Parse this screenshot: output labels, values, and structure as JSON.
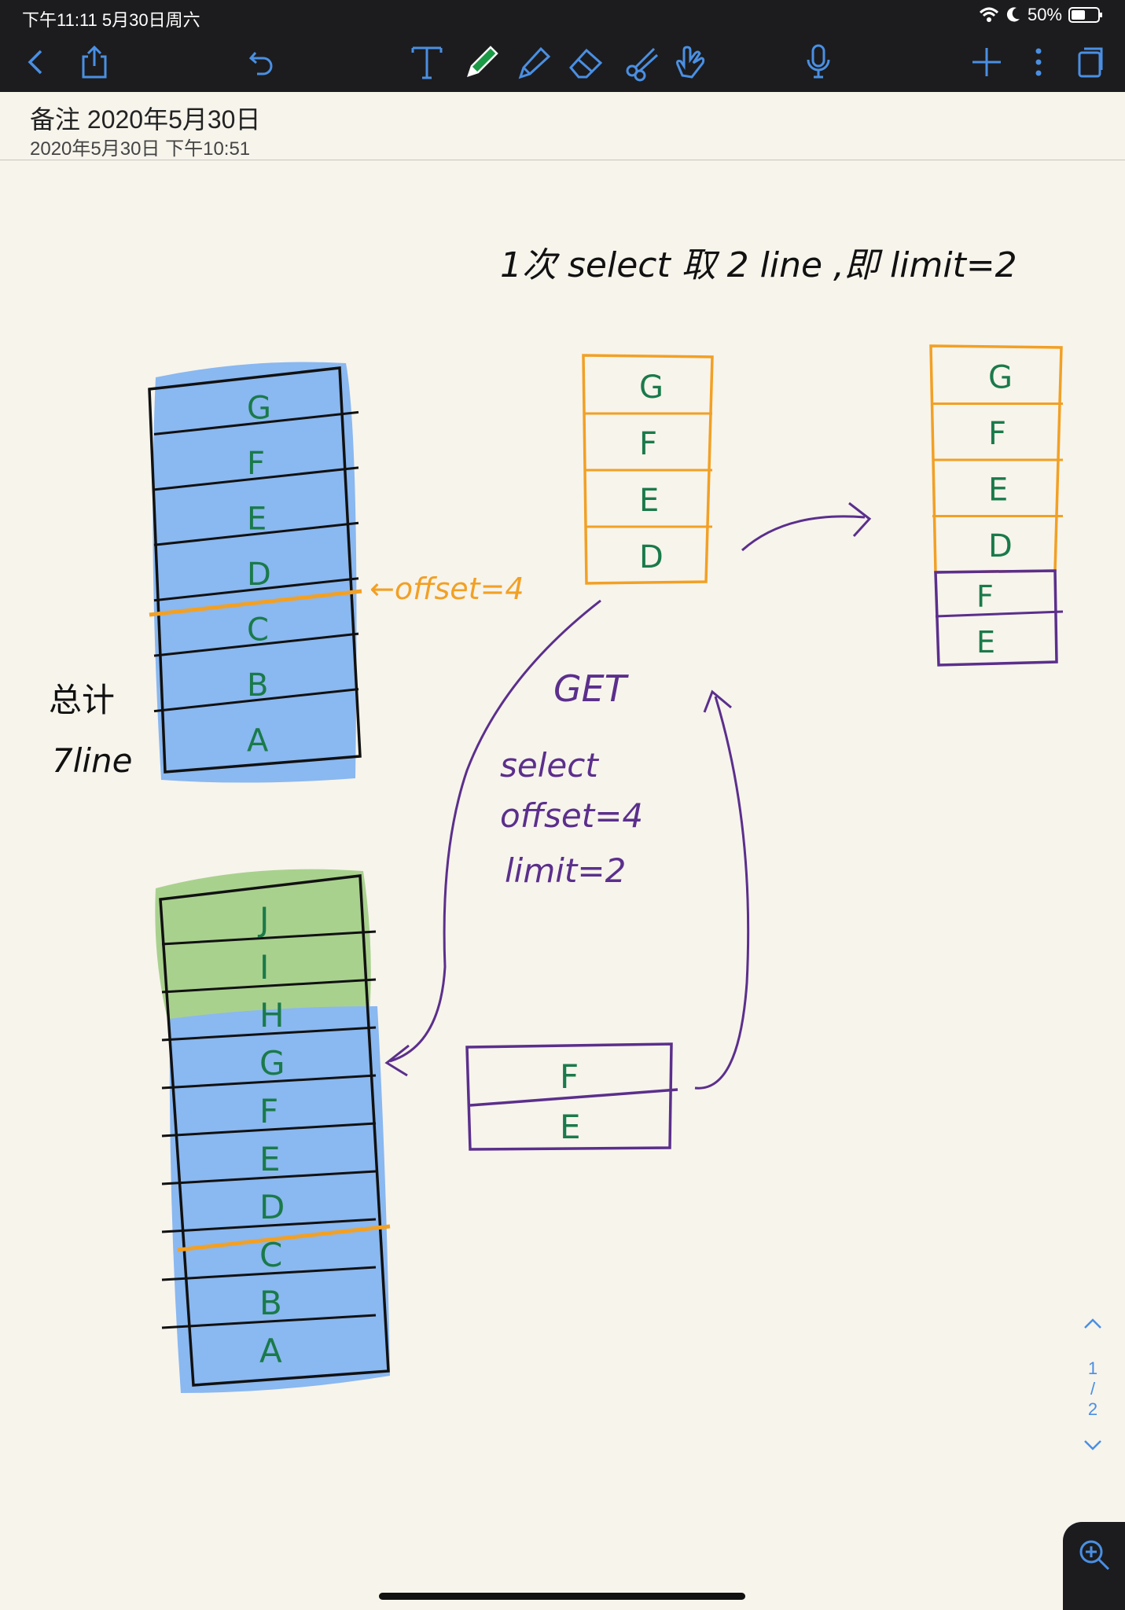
{
  "status": {
    "time": "下午11:11  5月30日周六",
    "battery": "50%"
  },
  "toolbar": {
    "icons": [
      "chevron-left-icon",
      "share-icon",
      "undo-icon",
      "text-tool-icon",
      "pen-tool-icon",
      "highlighter-icon",
      "eraser-icon",
      "lasso-icon",
      "hand-icon",
      "microphone-icon",
      "plus-icon",
      "more-icon",
      "pages-icon"
    ],
    "accent": "#4a8fe3"
  },
  "note": {
    "title": "备注 2020年5月30日",
    "subtitle": "2020年5月30日 下午10:51"
  },
  "sketch": {
    "heading": "1次 select 取 2 line ,即 limit=2",
    "offset_note": "←offset=4",
    "total_label_1": "总计",
    "total_label_2": "7line",
    "get_label": "GET",
    "query": {
      "line1": "select",
      "line2": "offset=4",
      "line3": "limit=2"
    },
    "left_column_rows": [
      "G",
      "F",
      "E",
      "D",
      "C",
      "B",
      "A"
    ],
    "bottom_column_rows": [
      "J",
      "I",
      "H",
      "G",
      "F",
      "E",
      "D",
      "C",
      "B",
      "A"
    ],
    "middle_column_rows": [
      "G",
      "F",
      "E",
      "D"
    ],
    "right_column_rows": [
      "G",
      "F",
      "E",
      "D",
      "F",
      "E"
    ],
    "result_rows": [
      "F",
      "E"
    ],
    "colors": {
      "blue": "#8ab8f0",
      "green": "#a9d18e",
      "orange": "#f2a024",
      "purple": "#5b2f8c",
      "ink": "#111111",
      "letter": "#1a7a4a"
    }
  },
  "pager": {
    "current": "1",
    "sep": "/",
    "total": "2"
  }
}
